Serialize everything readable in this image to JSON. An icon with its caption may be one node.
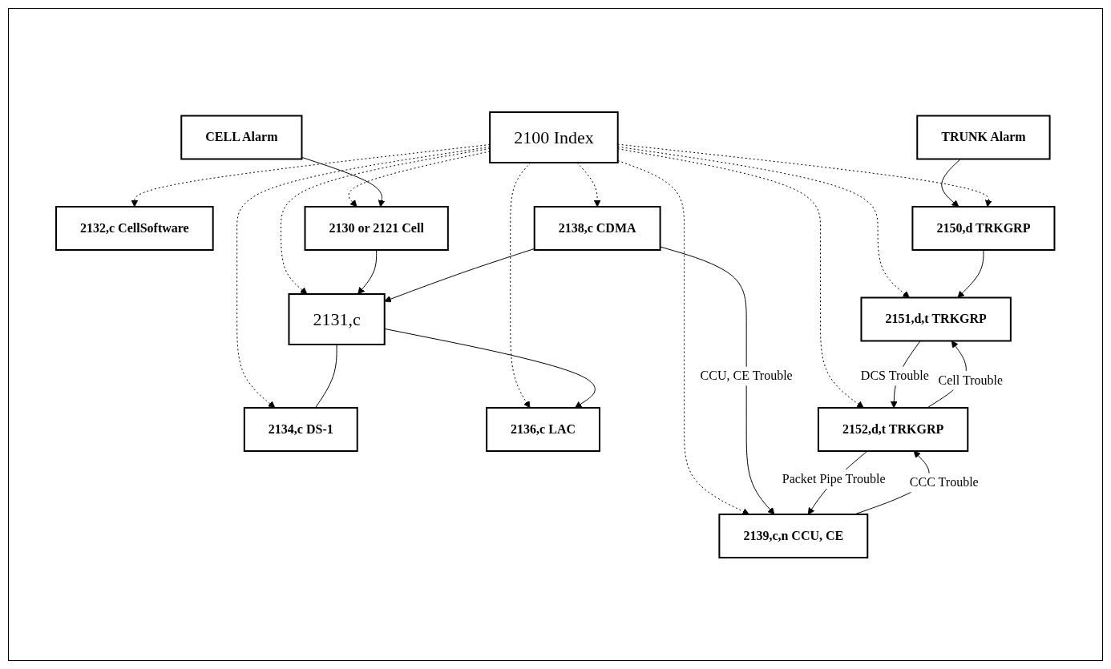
{
  "diagram": {
    "nodes": [
      {
        "text": [
          "TRUNK Alarm"
        ]
      },
      {
        "text": [
          "2100 Index"
        ]
      },
      {
        "text": [
          "2132,c CellSoftware"
        ]
      },
      {
        "text": [
          "CELL Alarm"
        ]
      },
      {
        "text": [
          "2150,d TRKGRP"
        ]
      },
      {
        "text": [
          "2130 or 2121 Cell"
        ]
      },
      {
        "text": [
          "2131,c"
        ]
      },
      {
        "text": [
          "2151,d,t TRKGRP"
        ]
      },
      {
        "text": [
          "2134,c DS-1"
        ]
      },
      {
        "text": [
          "2136,c LAC"
        ]
      },
      {
        "text": [
          "2138,c CDMA"
        ]
      },
      {
        "text": [
          "2152,d,t TRKGRP"
        ]
      },
      {
        "text": [
          "2139,c,n CCU, CE"
        ]
      }
    ],
    "edges": [
      {
        "from": 0,
        "to": 4,
        "arrow": "to"
      },
      {
        "from": 1,
        "to": 2,
        "arrow": "to",
        "style": "dashed"
      },
      {
        "from": 1,
        "to": 4,
        "arrow": "to",
        "style": "dashed"
      },
      {
        "from": 1,
        "to": 5,
        "arrow": "to",
        "style": "dashed"
      },
      {
        "from": 1,
        "to": 6,
        "arrow": "to",
        "style": "dashed"
      },
      {
        "from": 1,
        "to": 7,
        "arrow": "to",
        "style": "dashed"
      },
      {
        "from": 1,
        "to": 8,
        "arrow": "to",
        "style": "dashed"
      },
      {
        "from": 1,
        "to": 9,
        "arrow": "to",
        "style": "dashed"
      },
      {
        "from": 1,
        "to": 10,
        "arrow": "to",
        "style": "dashed"
      },
      {
        "from": 1,
        "to": 11,
        "arrow": "to",
        "style": "dashed"
      },
      {
        "from": 1,
        "to": 12,
        "arrow": "to",
        "style": "dashed"
      },
      {
        "from": 3,
        "to": 5,
        "arrow": "to"
      },
      {
        "from": 5,
        "to": 6,
        "arrow": "to"
      },
      {
        "from": 4,
        "to": 7,
        "arrow": "to"
      },
      {
        "from": 6,
        "to": 8,
        "arrow": "none"
      },
      {
        "from": 10,
        "to": 6,
        "arrow": "to"
      },
      {
        "from": 6,
        "to": 9,
        "arrow": "to"
      },
      {
        "from": 10,
        "to": 12,
        "arrow": "to",
        "label": "CCU, CE Trouble"
      },
      {
        "from": 7,
        "to": 11,
        "arrow": "to",
        "label": "DCS Trouble"
      },
      {
        "from": 11,
        "to": 12,
        "arrow": "to",
        "label": "Packet Pipe Trouble"
      },
      {
        "from": 12,
        "to": 11,
        "arrow": "to",
        "label": "CCC Trouble"
      },
      {
        "from": 11,
        "to": 7,
        "arrow": "to",
        "label": "Cell Trouble"
      }
    ]
  }
}
